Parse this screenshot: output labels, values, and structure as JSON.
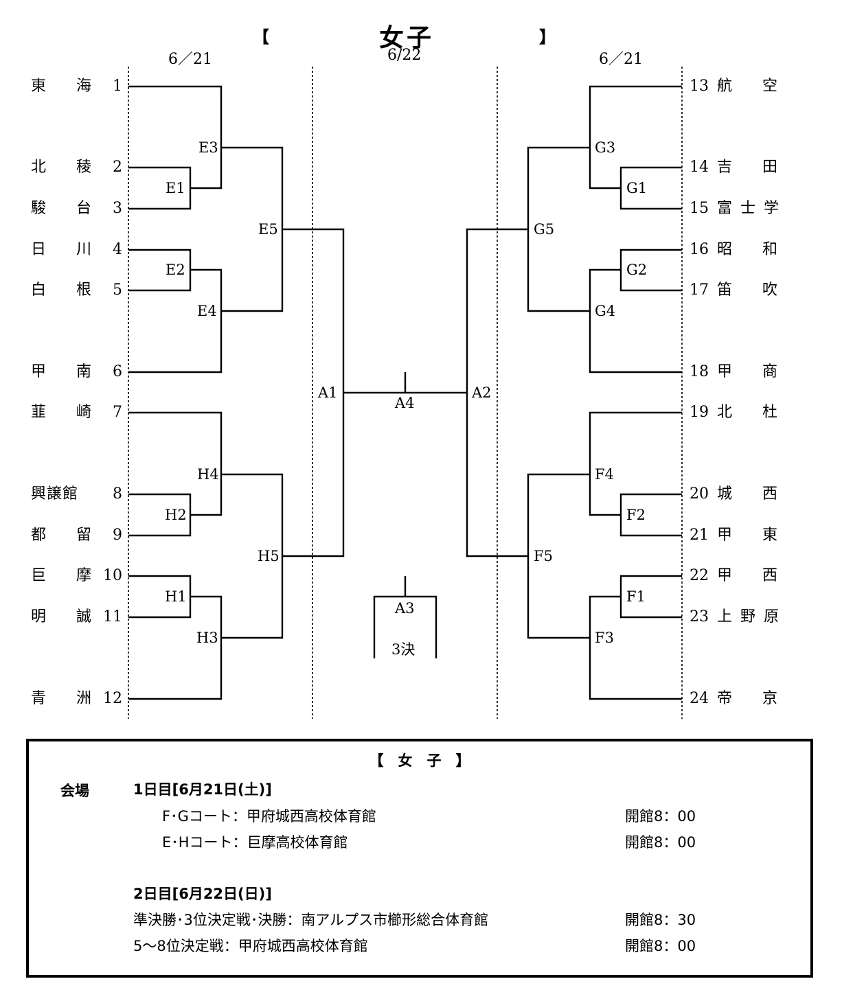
{
  "header": {
    "open": "【",
    "title": "女子",
    "close": "】"
  },
  "dates": {
    "left": "6／21",
    "center": "6/22",
    "right": "6／21"
  },
  "left_teams": [
    {
      "seed": "1",
      "name": "東　　海"
    },
    {
      "seed": "2",
      "name": "北　　稜"
    },
    {
      "seed": "3",
      "name": "駿　　台"
    },
    {
      "seed": "4",
      "name": "日　　川"
    },
    {
      "seed": "5",
      "name": "白　　根"
    },
    {
      "seed": "6",
      "name": "甲　　南"
    },
    {
      "seed": "7",
      "name": "韮　　崎"
    },
    {
      "seed": "8",
      "name": "興譲館"
    },
    {
      "seed": "9",
      "name": "都　　留"
    },
    {
      "seed": "10",
      "name": "巨　　摩"
    },
    {
      "seed": "11",
      "name": "明　　誠"
    },
    {
      "seed": "12",
      "name": "青　　洲"
    }
  ],
  "right_teams": [
    {
      "seed": "13",
      "name": "航　　空"
    },
    {
      "seed": "14",
      "name": "吉　　田"
    },
    {
      "seed": "15",
      "name": "富士学"
    },
    {
      "seed": "16",
      "name": "昭　　和"
    },
    {
      "seed": "17",
      "name": "笛　　吹"
    },
    {
      "seed": "18",
      "name": "甲　　商"
    },
    {
      "seed": "19",
      "name": "北　　杜"
    },
    {
      "seed": "20",
      "name": "城　　西"
    },
    {
      "seed": "21",
      "name": "甲　　東"
    },
    {
      "seed": "22",
      "name": "甲　　西"
    },
    {
      "seed": "23",
      "name": "上野原"
    },
    {
      "seed": "24",
      "name": "帝　　京"
    }
  ],
  "matches": {
    "E1": "E1",
    "E2": "E2",
    "E3": "E3",
    "E4": "E4",
    "E5": "E5",
    "H1": "H1",
    "H2": "H2",
    "H3": "H3",
    "H4": "H4",
    "H5": "H5",
    "G1": "G1",
    "G2": "G2",
    "G3": "G3",
    "G4": "G4",
    "G5": "G5",
    "F1": "F1",
    "F2": "F2",
    "F3": "F3",
    "F4": "F4",
    "F5": "F5",
    "A1": "A1",
    "A2": "A2",
    "A3": "A3",
    "A4": "A4",
    "third": "3決"
  },
  "info": {
    "title": "【　女　子　】",
    "venue_label": "会場",
    "day1_heading": "1日目[6月21日(土)]",
    "day1_rows": [
      {
        "label": "F･Gコート：甲府城西高校体育館",
        "open": "開館8：00"
      },
      {
        "label": "E･Hコート：巨摩高校体育館",
        "open": "開館8：00"
      }
    ],
    "day2_heading": "2日目[6月22日(日)]",
    "day2_rows": [
      {
        "label": "準決勝･3位決定戦･決勝：南アルプス市櫛形総合体育館",
        "open": "開館8：30"
      },
      {
        "label": "5～8位決定戦：甲府城西高校体育館",
        "open": "開館8：00"
      }
    ]
  }
}
